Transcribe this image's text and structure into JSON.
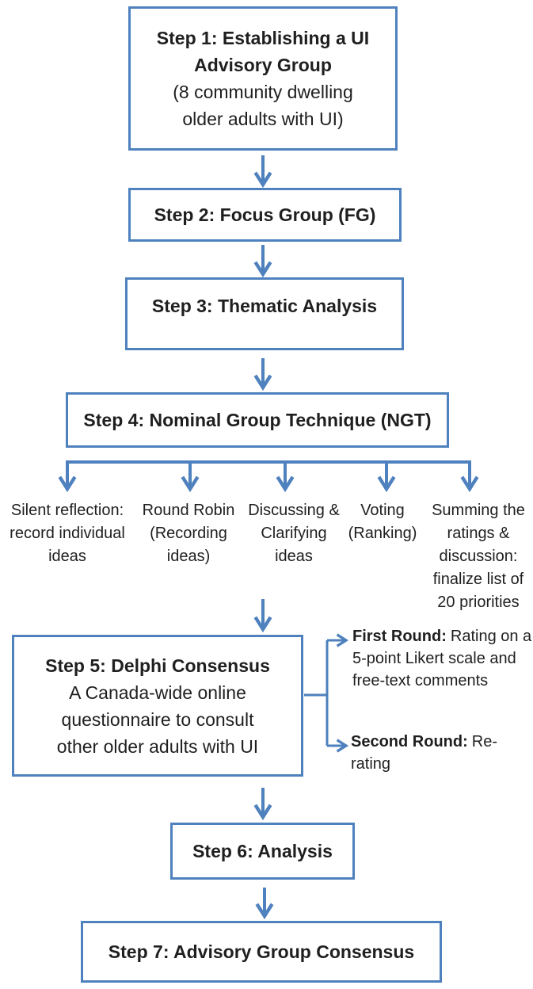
{
  "colors": {
    "accent_blue": "#4e81bd",
    "text": "#1f1f1f"
  },
  "steps": [
    {
      "id": 1,
      "title_lines": [
        "Step 1: Establishing a UI",
        "Advisory Group"
      ],
      "body_lines": [
        "(8 community dwelling",
        "older adults with UI)"
      ]
    },
    {
      "id": 2,
      "title_lines": [
        "Step 2: Focus Group (FG)"
      ]
    },
    {
      "id": 3,
      "title_lines": [
        "Step 3: Thematic Analysis"
      ]
    },
    {
      "id": 4,
      "title_lines": [
        "Step 4: Nominal Group Technique (NGT)"
      ]
    },
    {
      "id": 5,
      "title_lines": [
        "Step 5: Delphi Consensus"
      ],
      "body_lines": [
        "A Canada-wide online",
        "questionnaire to consult",
        "other older adults with UI"
      ]
    },
    {
      "id": 6,
      "title_lines": [
        "Step 6: Analysis"
      ]
    },
    {
      "id": 7,
      "title_lines": [
        "Step 7: Advisory Group Consensus"
      ]
    }
  ],
  "ngt_substeps": [
    {
      "lines": [
        "Silent reflection:",
        "record individual",
        "ideas"
      ]
    },
    {
      "lines": [
        "Round Robin",
        "(Recording",
        "ideas)"
      ]
    },
    {
      "lines": [
        "Discussing &",
        "Clarifying",
        "ideas"
      ]
    },
    {
      "lines": [
        "Voting",
        "(Ranking)"
      ]
    },
    {
      "lines": [
        "Summing the",
        "ratings &",
        "discussion:",
        "finalize list of",
        "20 priorities"
      ]
    }
  ],
  "delphi_rounds": [
    {
      "label": "First Round:",
      "text": "Rating on a 5-point Likert scale and free-text comments"
    },
    {
      "label": "Second Round:",
      "text": "Re-rating"
    }
  ]
}
